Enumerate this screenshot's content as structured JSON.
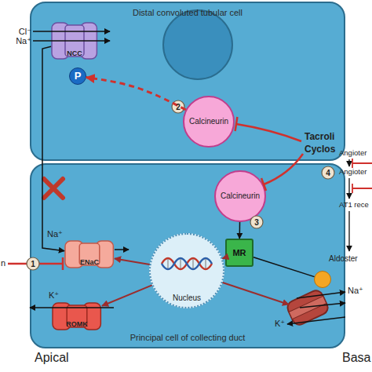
{
  "diagram": {
    "nodes": [
      {
        "text": [
          "Distal convoluted tubular cell"
        ]
      },
      {
        "text": [
          "NCC"
        ],
        "in": 0
      },
      {
        "text": [
          "P"
        ],
        "in": 0
      },
      {
        "text": [
          "Calcineurin"
        ],
        "in": 0
      },
      {
        "text": [
          "Principal cell of collecting duct"
        ]
      },
      {
        "text": [
          "Calcineurin"
        ],
        "in": 4
      },
      {
        "text": [
          "MR"
        ],
        "in": 4
      },
      {
        "text": [
          "ENaC"
        ],
        "in": 4
      },
      {
        "text": [
          "ROMK"
        ],
        "in": 4
      },
      {
        "text": [
          "Nucleus"
        ],
        "in": 4
      },
      {
        "text": [
          "Aldoster"
        ],
        "in": 4
      }
    ],
    "edges": [
      {
        "from": 3,
        "to": 2,
        "arrow": "to"
      },
      {
        "from": 1,
        "to": 7,
        "arrow": "to"
      },
      {
        "from": 5,
        "to": 6,
        "arrow": "to"
      },
      {
        "from": 10,
        "to": 6,
        "arrow": "none"
      },
      {
        "from": 6,
        "to": 9,
        "arrow": "to"
      },
      {
        "from": 9,
        "to": 7,
        "arrow": "to"
      },
      {
        "from": 9,
        "to": 8,
        "arrow": "to"
      }
    ],
    "labels": [
      "Cl⁻",
      "Na⁺",
      "2",
      "Tacroli",
      "Cyclos",
      "Angioter",
      "4",
      "Angioter",
      "AT1 rece",
      "3",
      "Na⁺",
      "n",
      "1",
      "K⁺",
      "Na⁺",
      "K⁺",
      "Apical",
      "Basa"
    ]
  }
}
